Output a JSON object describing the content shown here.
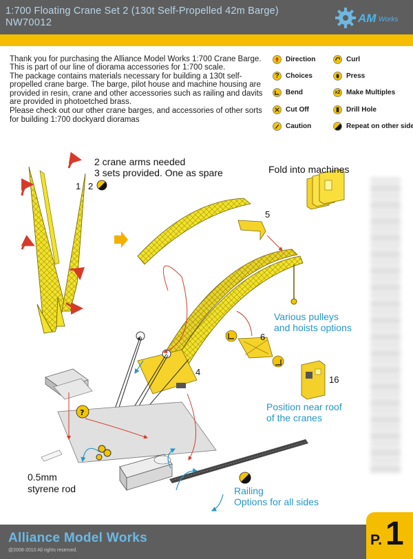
{
  "header": {
    "title_line1": "1:700 Floating Crane Set 2 (130t Self-Propelled 42m Barge)",
    "title_line2": "NW70012",
    "logo_text": "AM",
    "logo_works": "Works"
  },
  "intro": {
    "paragraphs": [
      "Thank you for purchasing the Alliance Model Works 1:700 Crane Barge.  This is part of our line of diorama accessories for 1:700 scale.",
      "The package contains materials necessary for building a 130t self-propelled crane barge. The barge, pilot house and machine housing are provided in resin, crane and other accessories such as railing and davits are provided in photoetched brass.",
      "Please check out our other crane barges, and accessories of other sorts for building 1:700 dockyard dioramas"
    ]
  },
  "legend": [
    {
      "label": "Direction",
      "icon": "direction-icon"
    },
    {
      "label": "Curl",
      "icon": "curl-icon"
    },
    {
      "label": "Choices",
      "icon": "choices-icon",
      "glyph": "?"
    },
    {
      "label": "Press",
      "icon": "press-icon"
    },
    {
      "label": "Bend",
      "icon": "bend-icon"
    },
    {
      "label": "Make Multiples",
      "icon": "make-multiples-icon",
      "glyph": "x2"
    },
    {
      "label": "Cut Off",
      "icon": "cut-off-icon"
    },
    {
      "label": "Drill Hole",
      "icon": "drill-hole-icon"
    },
    {
      "label": "Caution",
      "icon": "caution-icon"
    },
    {
      "label": "Repeat on other side",
      "icon": "repeat-other-side-icon"
    }
  ],
  "diagram": {
    "arms_needed": "2 crane arms needed",
    "sets_provided": "3 sets provided. One as spare",
    "part_1": "1",
    "part_2": "2",
    "fold_into_machines": "Fold into machines",
    "part_5": "5",
    "pulleys_line1": "Various pulleys",
    "pulleys_line2": "and hoists options",
    "part_6": "6",
    "part_4": "4",
    "part_16": "16",
    "position_line1": "Position near roof",
    "position_line2": "of the cranes",
    "rod_line1": "0.5mm",
    "rod_line2": "styrene rod",
    "railing_line1": "Railing",
    "railing_line2": "Options for all sides"
  },
  "footer": {
    "brand": "Alliance Model Works",
    "copyright": "@2008-2010 All rights reserved.",
    "page_prefix": "P.",
    "page_number": "1"
  },
  "colors": {
    "header_gray": "#5e5e5e",
    "accent_yellow": "#f5bd00",
    "title_blue": "#b9d6ea",
    "label_blue": "#2596c8",
    "arrow_red": "#d63a2a"
  }
}
